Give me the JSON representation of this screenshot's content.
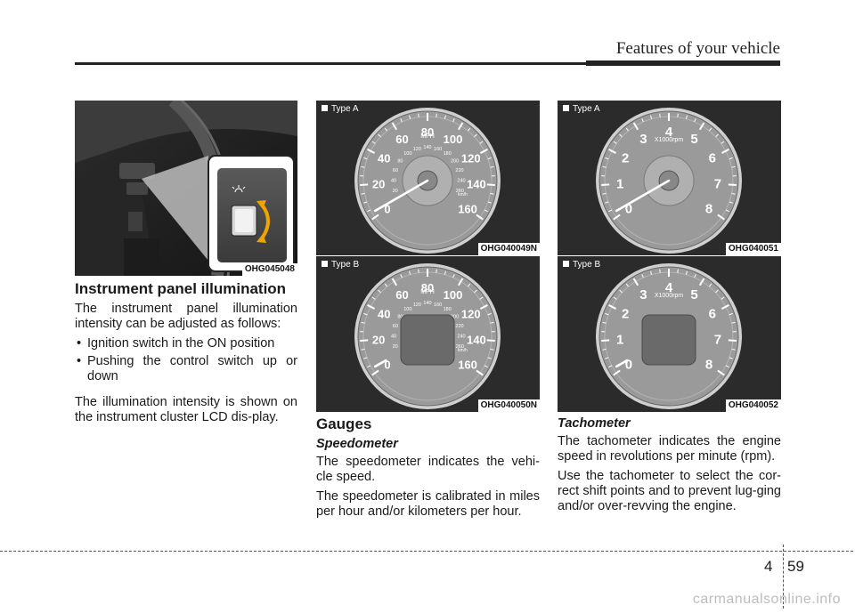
{
  "header": {
    "title": "Features of your vehicle"
  },
  "left": {
    "figure_id": "OHG045048",
    "heading": "Instrument panel illumination",
    "intro": "The instrument panel illumination intensity can be adjusted as follows:",
    "bullets": [
      "Ignition switch in the ON position",
      "Pushing the control switch up or down"
    ],
    "note": "The illumination intensity is shown on the instrument cluster LCD dis-play."
  },
  "middle": {
    "speedo_a": {
      "type_label": "Type A",
      "figure_id": "OHG040049N",
      "unit": "MPH",
      "outer_labels": [
        "0",
        "20",
        "40",
        "60",
        "80",
        "100",
        "120",
        "140",
        "160"
      ],
      "inner_labels": [
        "20",
        "40",
        "60",
        "80",
        "100",
        "120",
        "140",
        "160",
        "180",
        "200",
        "220",
        "240",
        "260"
      ],
      "inner_unit": "km/h"
    },
    "speedo_b": {
      "type_label": "Type B",
      "figure_id": "OHG040050N",
      "unit": "MPH",
      "outer_labels": [
        "0",
        "20",
        "40",
        "60",
        "80",
        "100",
        "120",
        "140",
        "160"
      ],
      "inner_labels": [
        "20",
        "40",
        "60",
        "80",
        "100",
        "120",
        "140",
        "160",
        "180",
        "200",
        "220",
        "240",
        "260"
      ],
      "inner_unit": "km/h"
    },
    "heading": "Gauges",
    "subheading": "Speedometer",
    "p1": "The speedometer indicates the vehi-cle speed.",
    "p2": "The speedometer is calibrated in miles per hour and/or kilometers per hour."
  },
  "right": {
    "tach_a": {
      "type_label": "Type A",
      "figure_id": "OHG040051",
      "unit": "X1000rpm",
      "labels": [
        "0",
        "1",
        "2",
        "3",
        "4",
        "5",
        "6",
        "7",
        "8"
      ]
    },
    "tach_b": {
      "type_label": "Type B",
      "figure_id": "OHG040052",
      "unit": "X1000rpm",
      "labels": [
        "0",
        "1",
        "2",
        "3",
        "4",
        "5",
        "6",
        "7",
        "8"
      ]
    },
    "subheading": "Tachometer",
    "p1": "The tachometer indicates the engine speed in revolutions per minute (rpm).",
    "p2": "Use the tachometer to select the cor-rect shift points and to prevent lug-ging and/or over-revving the engine."
  },
  "footer": {
    "section": "4",
    "page": "59",
    "watermark": "carmanualsonline.info"
  }
}
